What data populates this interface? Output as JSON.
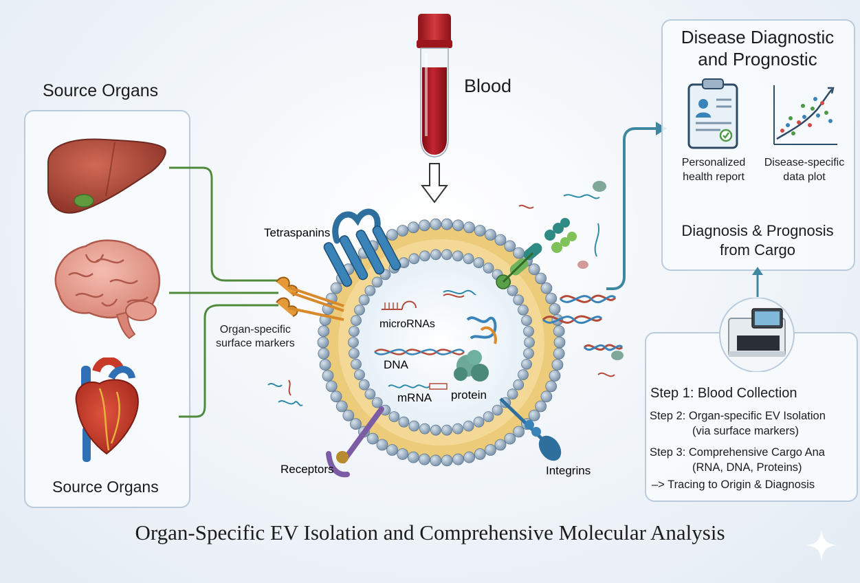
{
  "source_panel": {
    "header": "Source Organs",
    "footer": "Source Organs",
    "organs": [
      {
        "name": "liver-icon"
      },
      {
        "name": "brain-icon"
      },
      {
        "name": "heart-icon"
      }
    ]
  },
  "blood": {
    "label": "Blood"
  },
  "vesicle": {
    "labels": {
      "tetraspanins": "Tetraspanins",
      "surface_markers_line1": "Organ-specific",
      "surface_markers_line2": "surface markers",
      "receptors": "Receptors",
      "integrins": "Integrins",
      "microrna": "microRNAs",
      "dna": "DNA",
      "mrna": "mRNA",
      "protein": "protein"
    }
  },
  "diagnostic_panel": {
    "title_line1": "Disease Diagnostic",
    "title_line2": "and Prognostic",
    "report_line1": "Personalized",
    "report_line2": "health report",
    "plot_line1": "Disease-specific",
    "plot_line2": "data plot",
    "cargo_line1": "Diagnosis & Prognosis",
    "cargo_line2": "from Cargo"
  },
  "steps_panel": {
    "step1": "Step 1: Blood Collection",
    "step2_line1": "Step 2: Organ-specific EV Isolation",
    "step2_line2": "(via surface markers)",
    "step3_line1": "Step 3: Comprehensive Cargo Ana",
    "step3_line2": "(RNA, DNA, Proteins)",
    "step4": "–> Tracing to Origin & Diagnosis"
  },
  "footer_title": "Organ-Specific EV Isolation and Comprehensive Molecular Analysis",
  "colors": {
    "panel_border": "#b9cbdc",
    "connector_green": "#4f8a3c",
    "arrow_teal": "#3f87a0",
    "membrane_gold": "#e8c571",
    "head_gray": "#8fa7bd",
    "blood_red": "#a3131c",
    "protein_blue": "#2d6d9b"
  }
}
